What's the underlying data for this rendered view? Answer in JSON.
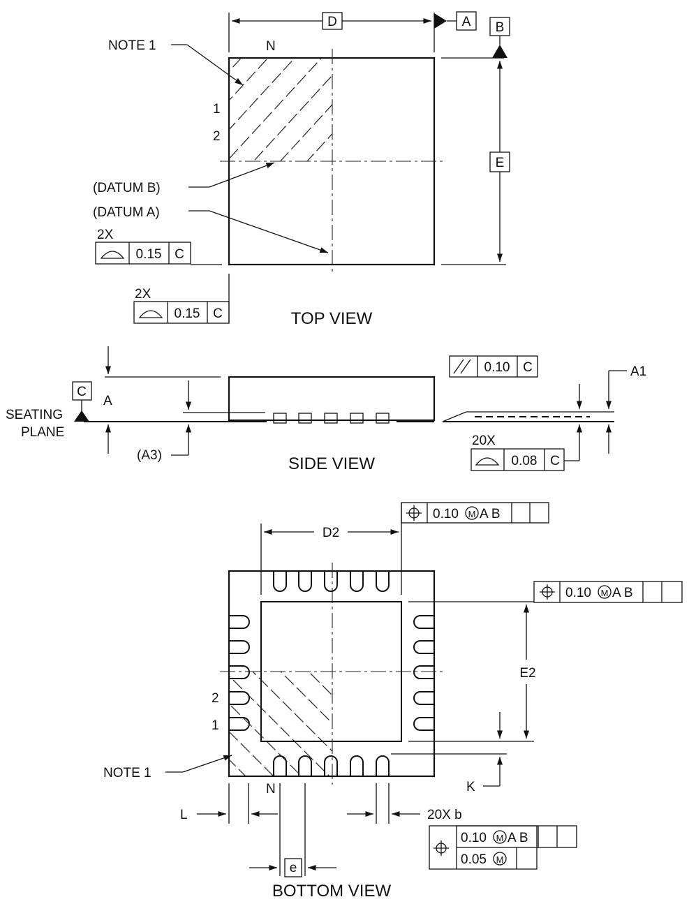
{
  "views": {
    "top": "TOP VIEW",
    "side": "SIDE VIEW",
    "bottom": "BOTTOM VIEW"
  },
  "top_view": {
    "dim_d": "D",
    "datum_a_box": "A",
    "datum_b_box": "B",
    "dim_e": "E",
    "note1": "NOTE 1",
    "pin_n": "N",
    "pin_1": "1",
    "pin_2": "2",
    "datum_b_label": "(DATUM B)",
    "datum_a_label": "(DATUM A)",
    "profile_upper": {
      "count": "2X",
      "tol": "0.15",
      "datum": "C"
    },
    "profile_lower": {
      "count": "2X",
      "tol": "0.15",
      "datum": "C"
    }
  },
  "side_view": {
    "datum_c_box": "C",
    "dim_a": "A",
    "seating_1": "SEATING",
    "seating_2": "PLANE",
    "dim_a3": "(A3)",
    "dim_a1": "A1",
    "parallel": {
      "tol": "0.10",
      "datum": "C"
    },
    "coplanarity": {
      "count": "20X",
      "tol": "0.08",
      "datum": "C"
    }
  },
  "bottom_view": {
    "dim_d2": "D2",
    "dim_e2": "E2",
    "note1": "NOTE 1",
    "pin_n": "N",
    "pin_1": "1",
    "pin_2": "2",
    "dim_k": "K",
    "dim_l": "L",
    "dim_b": "20X b",
    "dim_e": "e",
    "pos_top": {
      "tol": "0.10",
      "mod": "M",
      "datums": "A B"
    },
    "pos_right": {
      "tol": "0.10",
      "mod": "M",
      "datums": "A B"
    },
    "pos_b_row1": {
      "tol": "0.10",
      "mod": "M",
      "datums": "A B"
    },
    "pos_b_row2": {
      "tol": "0.05",
      "mod": "M"
    }
  }
}
